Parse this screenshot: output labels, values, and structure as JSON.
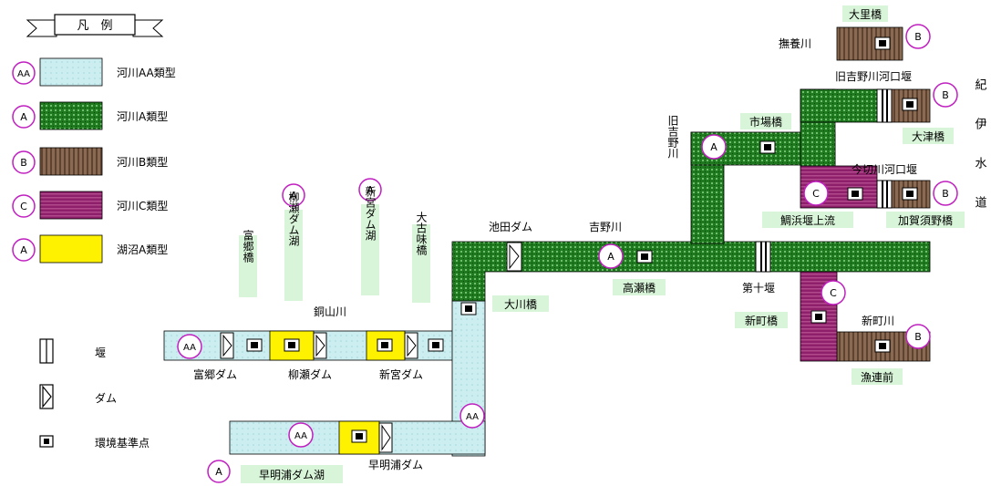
{
  "colors": {
    "aa_fill": "#cdeef0",
    "a_fill": "#1f7a1f",
    "b_fill": "#8a6a52",
    "c_fill": "#8e1f6a",
    "lake_fill": "#fff200",
    "marker_ring": "#c020c0",
    "label_bg": "#d9f5d9"
  },
  "legend": {
    "title": "凡　例",
    "items": [
      {
        "badge": "AA",
        "label": "河川AA類型"
      },
      {
        "badge": "A",
        "label": "河川A類型"
      },
      {
        "badge": "B",
        "label": "河川B類型"
      },
      {
        "badge": "C",
        "label": "河川C類型"
      },
      {
        "badge": "A",
        "label": "湖沼A類型"
      }
    ],
    "symbols": [
      {
        "label": "堰"
      },
      {
        "label": "ダム"
      },
      {
        "label": "環境基準点"
      }
    ]
  },
  "badges": [
    {
      "text": "AA"
    },
    {
      "text": "A"
    },
    {
      "text": "A"
    },
    {
      "text": "AA"
    },
    {
      "text": "AA"
    },
    {
      "text": "A"
    },
    {
      "text": "A"
    },
    {
      "text": "A"
    },
    {
      "text": "B"
    },
    {
      "text": "B"
    },
    {
      "text": "C"
    },
    {
      "text": "B"
    },
    {
      "text": "C"
    },
    {
      "text": "B"
    }
  ],
  "labels": [
    {
      "text": "富郷橋"
    },
    {
      "text": "柳瀬ダム湖"
    },
    {
      "text": "新宮ダム湖"
    },
    {
      "text": "大古味橋"
    },
    {
      "text": "銅山川"
    },
    {
      "text": "富郷ダム"
    },
    {
      "text": "柳瀬ダム"
    },
    {
      "text": "新宮ダム"
    },
    {
      "text": "池田ダム"
    },
    {
      "text": "大川橋"
    },
    {
      "text": "吉野川"
    },
    {
      "text": "高瀬橋"
    },
    {
      "text": "旧吉野川"
    },
    {
      "text": "市場橋"
    },
    {
      "text": "早明浦ダム湖"
    },
    {
      "text": "早明浦ダム"
    },
    {
      "text": "撫養川"
    },
    {
      "text": "大里橋"
    },
    {
      "text": "旧吉野川河口堰"
    },
    {
      "text": "大津橋"
    },
    {
      "text": "今切川河口堰"
    },
    {
      "text": "鯛浜堰上流"
    },
    {
      "text": "加賀須野橋"
    },
    {
      "text": "第十堰"
    },
    {
      "text": "新町橋"
    },
    {
      "text": "新町川"
    },
    {
      "text": "漁連前"
    },
    {
      "text": "紀伊水道"
    }
  ]
}
